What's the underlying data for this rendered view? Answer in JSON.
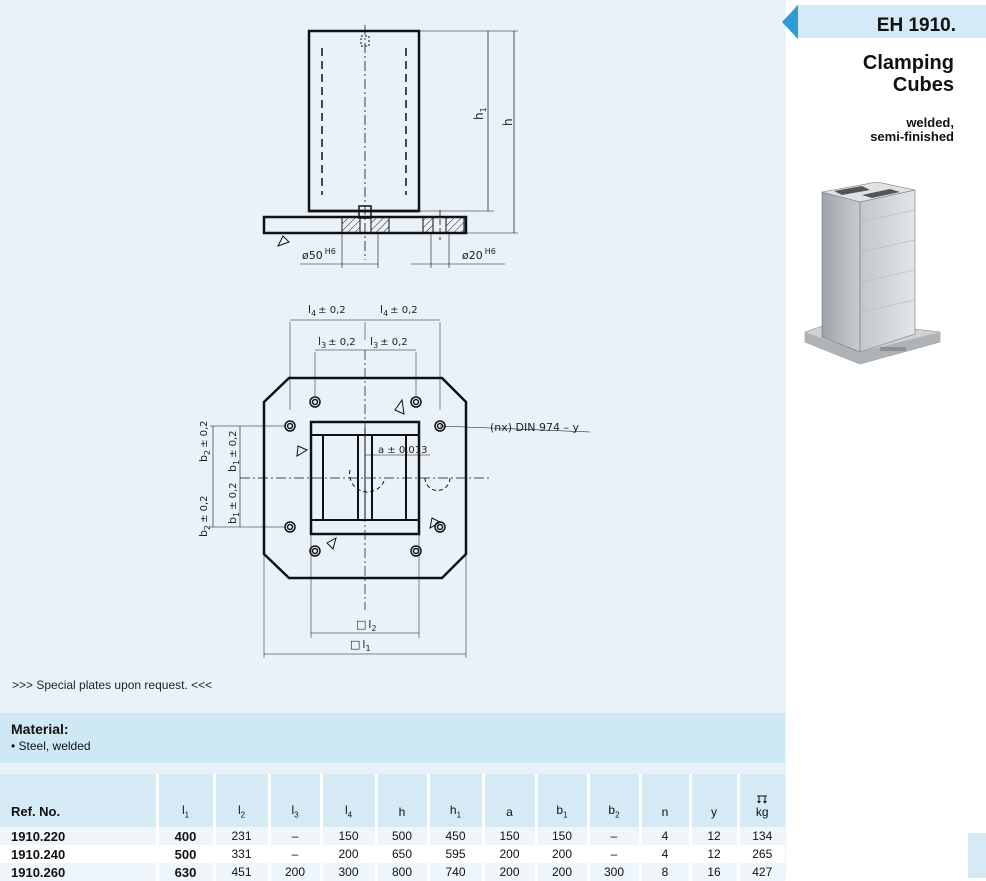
{
  "header": {
    "code": "EH 1910.",
    "title_line1": "Clamping",
    "title_line2": "Cubes",
    "subtitle_line1": "welded,",
    "subtitle_line2": "semi-finished"
  },
  "drawing_labels": {
    "h1": "h",
    "h1_sub": "1",
    "h": "h",
    "d50": "ø50",
    "d50_tol": "H6",
    "d20": "ø20",
    "d20_tol": "H6",
    "l4_left": "l",
    "l4_sub": "4",
    "l4_tol": "± 0,2",
    "l3_left": "l",
    "l3_sub": "3",
    "l3_tol": "± 0,2",
    "nx_din": "(nx) DIN 974 – y",
    "a_tol": "a ± 0,013",
    "b2_tol": "b",
    "b2_sub": "2",
    "b_tol": "± 0,2",
    "b1_sub": "1",
    "l2": "l",
    "l2_sub": "2",
    "l1_sub": "1",
    "square": "□"
  },
  "note": ">>> Special plates upon request. <<<",
  "material": {
    "title": "Material:",
    "item": "• Steel, welded"
  },
  "table": {
    "headers": [
      "Ref. No.",
      "l",
      "l",
      "l",
      "l",
      "h",
      "h",
      "a",
      "b",
      "b",
      "n",
      "y",
      "kg"
    ],
    "header_subs": [
      "",
      "1",
      "2",
      "3",
      "4",
      "",
      "1",
      "",
      "1",
      "2",
      "",
      "",
      ""
    ],
    "rows": [
      [
        "1910.220",
        "400",
        "231",
        "–",
        "150",
        "500",
        "450",
        "150",
        "150",
        "–",
        "4",
        "12",
        "134"
      ],
      [
        "1910.240",
        "500",
        "331",
        "–",
        "200",
        "650",
        "595",
        "200",
        "200",
        "–",
        "4",
        "12",
        "265"
      ],
      [
        "1910.260",
        "630",
        "451",
        "200",
        "300",
        "800",
        "740",
        "200",
        "200",
        "300",
        "8",
        "16",
        "427"
      ]
    ]
  },
  "colors": {
    "accent": "#2f9ad6",
    "panel": "#eaf2f9",
    "header_bg": "#d5eaf7"
  },
  "icons": [
    "weight-icon",
    "code-arrow-icon"
  ]
}
